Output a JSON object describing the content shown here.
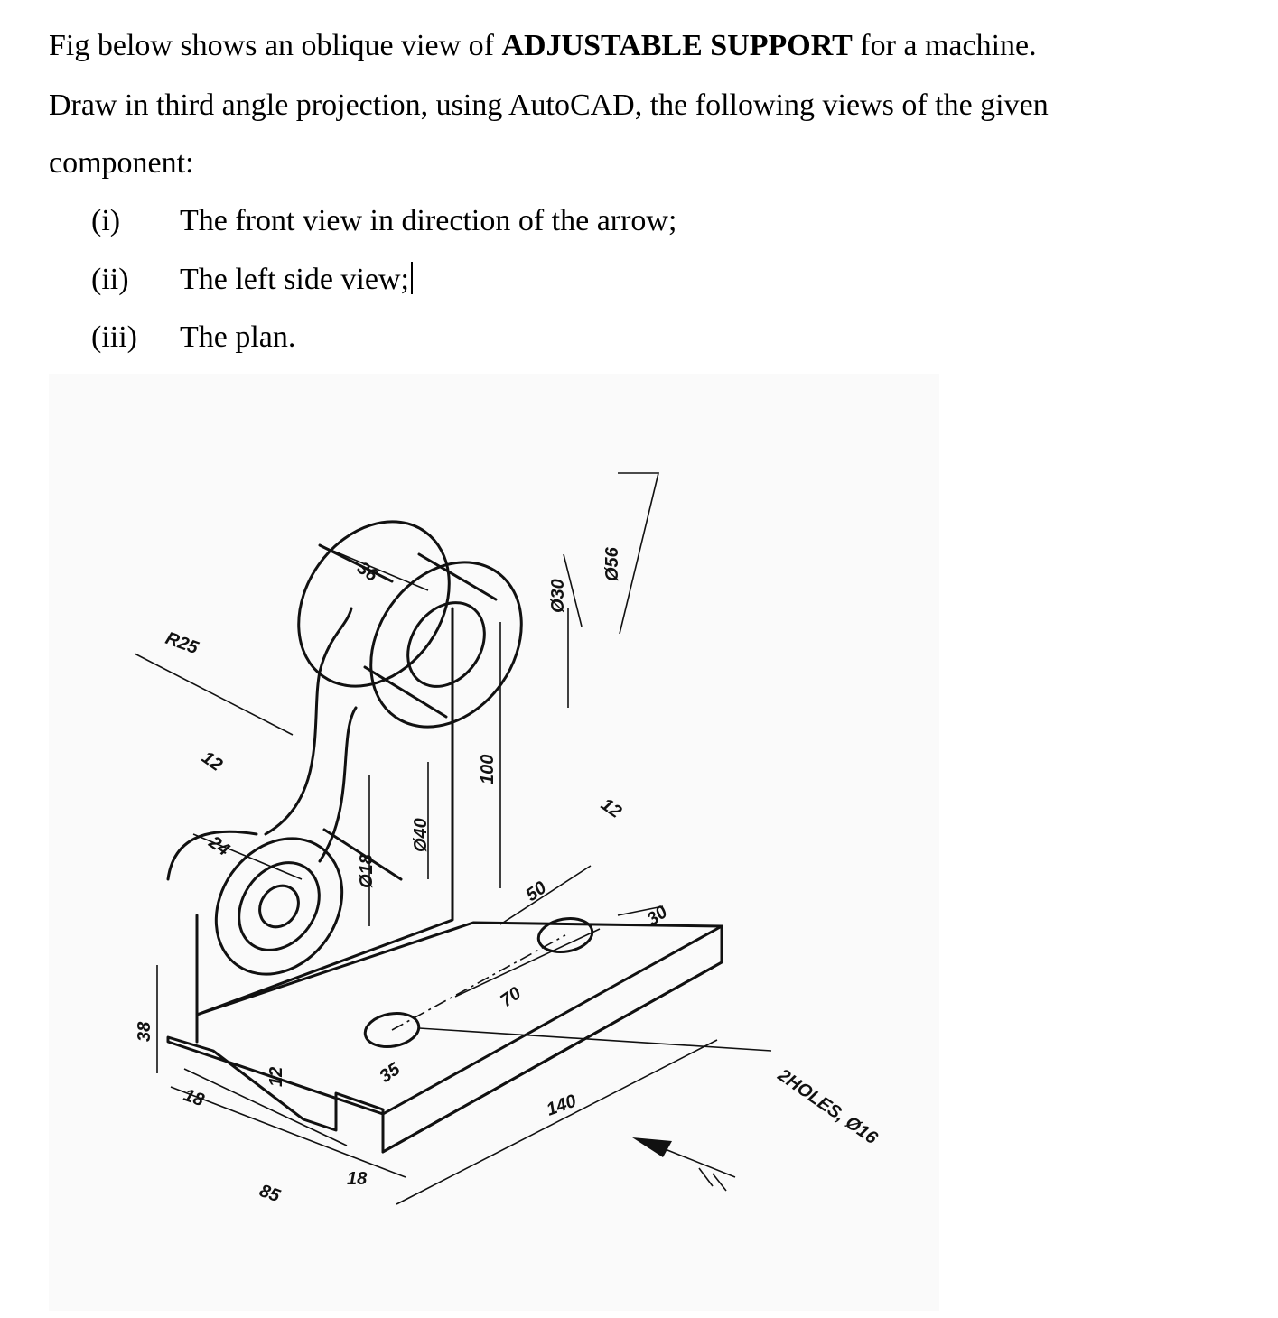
{
  "text": {
    "line1_pre": "Fig below shows an oblique view of ",
    "line1_bold": "ADJUSTABLE SUPPORT",
    "line1_post": " for a machine.",
    "line2": "Draw in third angle projection, using AutoCAD, the following views of the given",
    "line3": "component:"
  },
  "items": [
    {
      "num": "(i)",
      "text": "The front view in direction of the arrow;"
    },
    {
      "num": "(ii)",
      "text": "The left side view;"
    },
    {
      "num": "(iii)",
      "text": "The plan."
    }
  ],
  "figure": {
    "dims": {
      "d36": "36",
      "d30": "Ø30",
      "d56": "Ø56",
      "r25": "R25",
      "d12a": "12",
      "d24": "24",
      "d18dia": "Ø18",
      "d40": "Ø40",
      "d100": "100",
      "d12b": "12",
      "d50": "50",
      "d30b": "30",
      "d70": "70",
      "d38": "38",
      "d18a": "18",
      "d12c": "12",
      "d35": "35",
      "d140": "140",
      "d85": "85",
      "d18b": "18",
      "holes": "2HOLES, Ø16"
    }
  }
}
